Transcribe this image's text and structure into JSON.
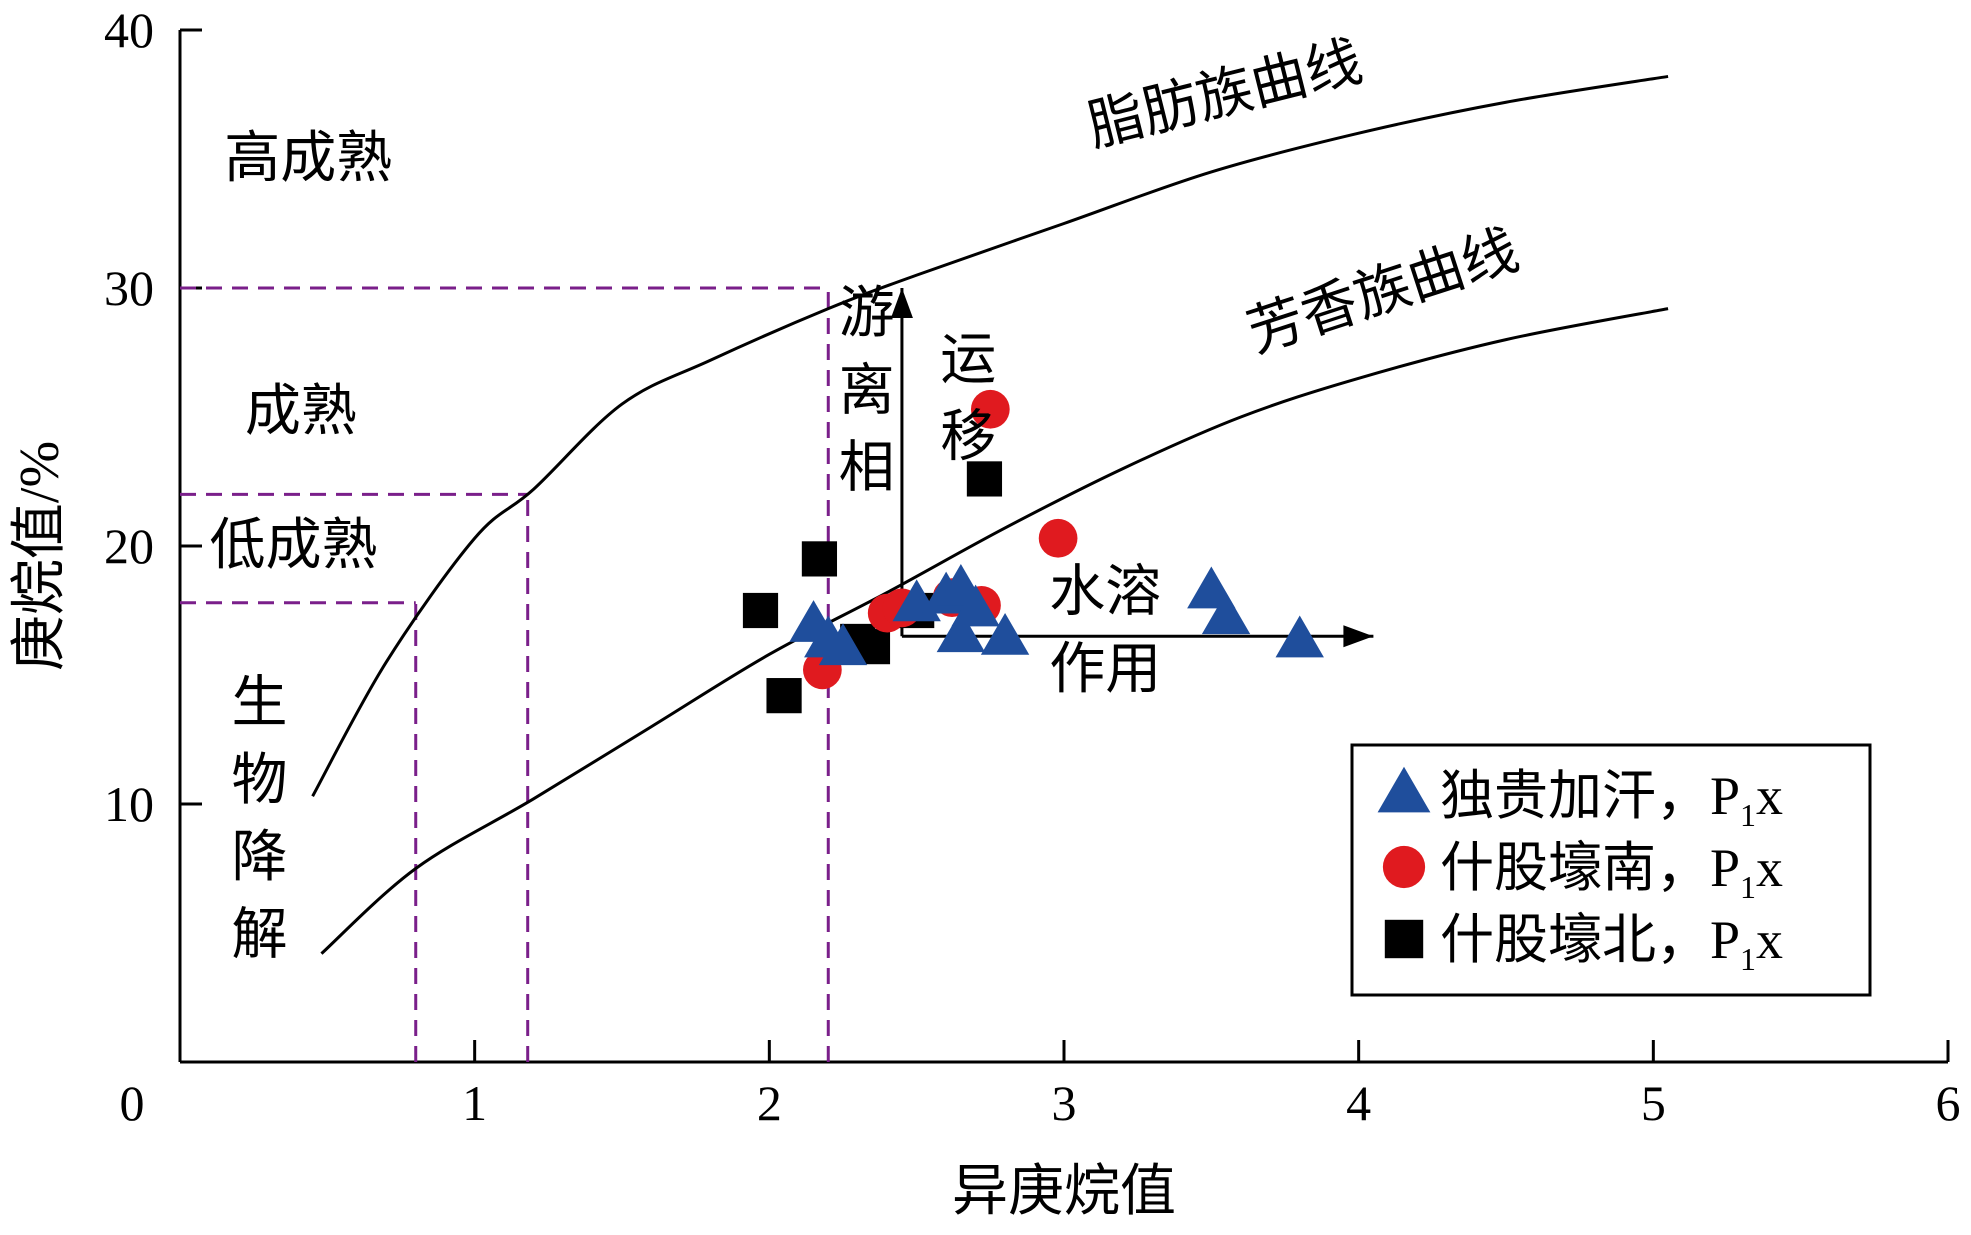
{
  "chart_data": {
    "type": "scatter",
    "xlabel": "异庚烷值",
    "ylabel": "庚烷值/%",
    "xlim": [
      0,
      6
    ],
    "ylim": [
      0,
      40
    ],
    "xticks": [
      "0",
      "1",
      "2",
      "3",
      "4",
      "5",
      "6"
    ],
    "yticks": [
      "10",
      "20",
      "30",
      "40"
    ],
    "grid": false,
    "legend_position": "bottom-right",
    "series": [
      {
        "name": "独贵加汗，P1x",
        "legend": {
          "main": "独贵加汗，P",
          "sub": "1",
          "tail": "x"
        },
        "marker": "triangle",
        "color": "#1f4e9c",
        "points": [
          [
            2.15,
            16.9
          ],
          [
            2.2,
            16.3
          ],
          [
            2.25,
            16.0
          ],
          [
            2.5,
            17.7
          ],
          [
            2.6,
            18.0
          ],
          [
            2.65,
            18.3
          ],
          [
            2.7,
            17.5
          ],
          [
            2.65,
            16.5
          ],
          [
            2.8,
            16.4
          ],
          [
            3.5,
            18.2
          ],
          [
            3.55,
            17.2
          ],
          [
            3.8,
            16.3
          ]
        ]
      },
      {
        "name": "什股壕南，P1x",
        "legend": {
          "main": "什股壕南，P",
          "sub": "1",
          "tail": "x"
        },
        "marker": "circle",
        "color": "#e01a1f",
        "points": [
          [
            2.4,
            17.4
          ],
          [
            2.45,
            17.6
          ],
          [
            2.62,
            18.0
          ],
          [
            2.72,
            17.7
          ],
          [
            2.18,
            15.2
          ],
          [
            2.75,
            25.3
          ],
          [
            2.98,
            20.3
          ]
        ]
      },
      {
        "name": "什股壕北，P1x",
        "legend": {
          "main": "什股壕北，P",
          "sub": "1",
          "tail": "x"
        },
        "marker": "square",
        "color": "#000000",
        "points": [
          [
            1.97,
            17.5
          ],
          [
            2.05,
            14.2
          ],
          [
            2.17,
            19.5
          ],
          [
            2.3,
            16.3
          ],
          [
            2.35,
            16.1
          ],
          [
            2.5,
            17.5
          ],
          [
            2.73,
            22.6
          ]
        ]
      }
    ],
    "curves": [
      {
        "name": "脂肪族曲线",
        "points": [
          [
            0.45,
            10.3
          ],
          [
            0.7,
            15.5
          ],
          [
            1.0,
            20.3
          ],
          [
            1.2,
            22.2
          ],
          [
            1.5,
            25.5
          ],
          [
            1.8,
            27.2
          ],
          [
            2.2,
            29.2
          ],
          [
            2.5,
            30.5
          ],
          [
            3.0,
            32.5
          ],
          [
            3.5,
            34.5
          ],
          [
            4.0,
            36.0
          ],
          [
            4.5,
            37.2
          ],
          [
            5.05,
            38.2
          ]
        ]
      },
      {
        "name": "芳香族曲线",
        "points": [
          [
            0.48,
            4.2
          ],
          [
            0.8,
            7.5
          ],
          [
            1.2,
            10.2
          ],
          [
            1.6,
            13.0
          ],
          [
            2.0,
            15.8
          ],
          [
            2.4,
            18.2
          ],
          [
            2.8,
            20.7
          ],
          [
            3.2,
            23.0
          ],
          [
            3.6,
            25.0
          ],
          [
            4.0,
            26.5
          ],
          [
            4.5,
            28.0
          ],
          [
            5.05,
            29.2
          ]
        ]
      }
    ],
    "reference_lines": [
      {
        "kind": "h",
        "y": 30,
        "x0": 0,
        "x1": 2.2
      },
      {
        "kind": "v",
        "x": 2.2,
        "y0": 0,
        "y1": 30
      },
      {
        "kind": "h",
        "y": 22,
        "x0": 0,
        "x1": 1.18
      },
      {
        "kind": "v",
        "x": 1.18,
        "y0": 0,
        "y1": 22
      },
      {
        "kind": "h",
        "y": 17.8,
        "x0": 0,
        "x1": 0.8
      },
      {
        "kind": "v",
        "x": 0.8,
        "y0": 0,
        "y1": 17.8
      }
    ],
    "reference_line_color": "#7a1f8a",
    "arrows": [
      {
        "from": [
          2.45,
          16.5
        ],
        "to": [
          2.45,
          30.0
        ]
      },
      {
        "from": [
          2.45,
          16.5
        ],
        "to": [
          4.05,
          16.5
        ]
      }
    ],
    "annotations": [
      {
        "text": "高成熟",
        "x": 0.15,
        "y": 34.3
      },
      {
        "text": "成熟",
        "x": 0.22,
        "y": 24.5
      },
      {
        "text": "低成熟",
        "x": 0.1,
        "y": 19.3
      },
      {
        "text": "脂肪族曲线",
        "x": 3.1,
        "y": 35.5,
        "rotate": -14
      },
      {
        "text": "芳香族曲线",
        "x": 3.65,
        "y": 27.5,
        "rotate": -18
      },
      {
        "text": "水溶",
        "x": 2.95,
        "y": 17.5
      },
      {
        "text": "作用",
        "x": 2.95,
        "y": 14.5
      },
      {
        "text": "运",
        "x": 2.58,
        "y": 26.5
      },
      {
        "text": "移",
        "x": 2.58,
        "y": 23.5
      }
    ],
    "vertical_annotations": [
      {
        "chars": [
          "生",
          "物",
          "降",
          "解"
        ],
        "x": 0.27,
        "y_top": 13.2,
        "step": 3.0
      },
      {
        "chars": [
          "游",
          "离",
          "相"
        ],
        "x": 2.33,
        "y_top": 28.3,
        "step": 3.0
      }
    ]
  }
}
